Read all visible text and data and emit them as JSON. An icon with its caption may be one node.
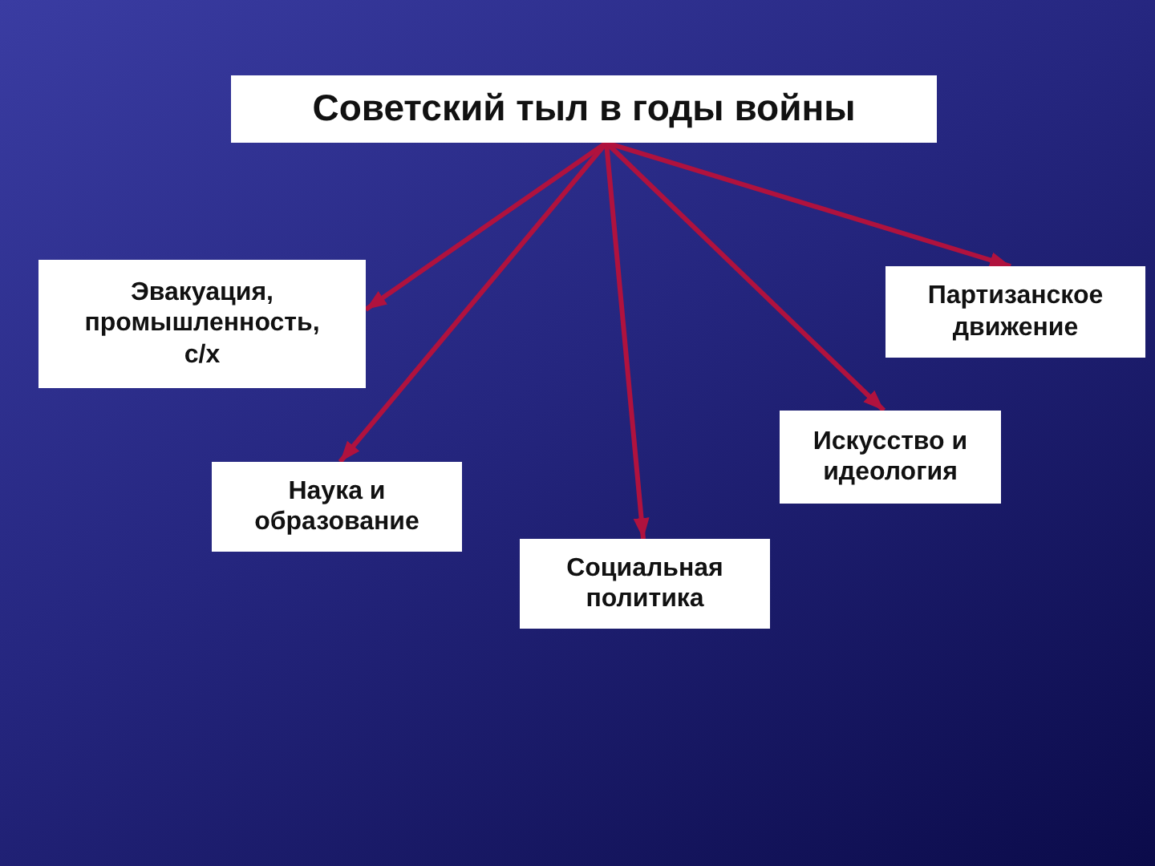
{
  "diagram": {
    "nodes": [
      {
        "text": [
          "Советский тыл в годы войны"
        ]
      },
      {
        "text": [
          "Эвакуация, промышленность, с/х"
        ]
      },
      {
        "text": [
          "Наука и образование"
        ]
      },
      {
        "text": [
          "Социальная политика"
        ]
      },
      {
        "text": [
          "Искусство и идеология"
        ]
      },
      {
        "text": [
          "Партизанское движение"
        ]
      }
    ],
    "edges": [
      {
        "from": 0,
        "to": 1,
        "arrow": "to"
      },
      {
        "from": 0,
        "to": 2,
        "arrow": "to"
      },
      {
        "from": 0,
        "to": 3,
        "arrow": "to"
      },
      {
        "from": 0,
        "to": 4,
        "arrow": "to"
      },
      {
        "from": 0,
        "to": 5,
        "arrow": "to"
      }
    ]
  }
}
